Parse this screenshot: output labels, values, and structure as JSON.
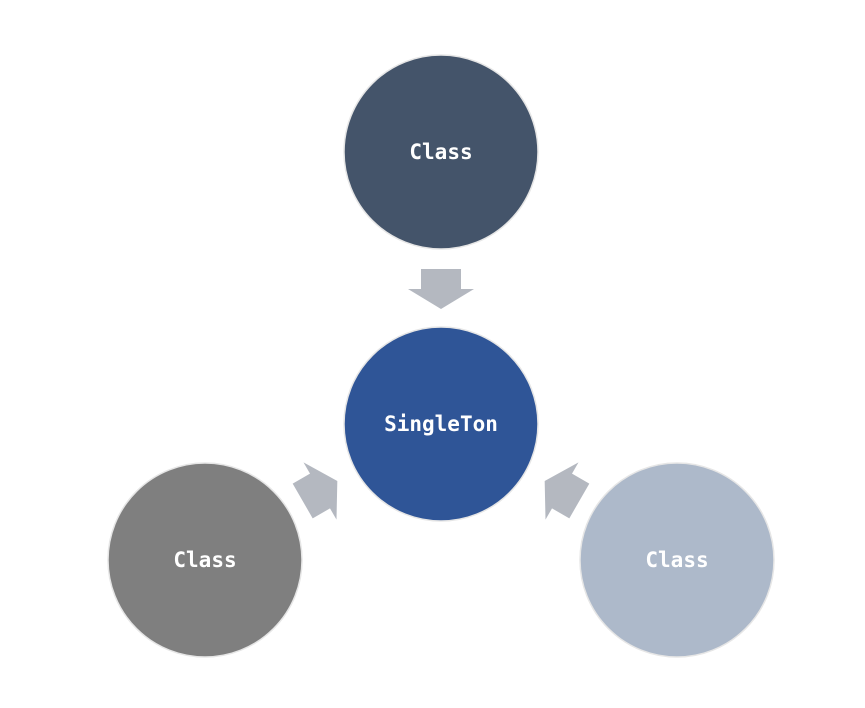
{
  "nodes": {
    "top": {
      "label": "Class",
      "color": "#44546a"
    },
    "center": {
      "label": "SingleTon",
      "color": "#2f5597"
    },
    "left": {
      "label": "Class",
      "color": "#7f7f7f"
    },
    "right": {
      "label": "Class",
      "color": "#adb9ca"
    }
  },
  "arrow_color": "#b4b8c0",
  "arrow_direction": "inward-to-center"
}
